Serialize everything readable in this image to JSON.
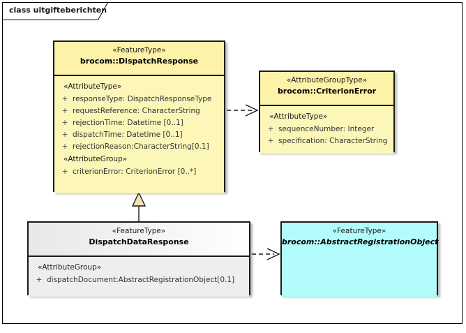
{
  "diagram": {
    "title": "class uitgifteberichten",
    "colors": {
      "class_yellow_fill": "#FCF6B8",
      "class_yellow_header": "#FCF3A8",
      "class_gray_fill": "#EEEEEE",
      "class_cyan_fill": "#B3FCFC",
      "border": "#1A1A1A",
      "generalization_triangle": "#F7DEB4",
      "background": "#FFFFFF"
    }
  },
  "classes": {
    "dispatch_response": {
      "stereotype": "«FeatureType»",
      "name": "brocom::DispatchResponse",
      "abstract": false,
      "sections": [
        {
          "group_label": "«AttributeType»",
          "attributes": [
            {
              "visibility": "+",
              "signature": "responseType: DispatchResponseType"
            },
            {
              "visibility": "+",
              "signature": "requestReference: CharacterString"
            },
            {
              "visibility": "+",
              "signature": "rejectionTime: Datetime [0..1]"
            },
            {
              "visibility": "+",
              "signature": "dispatchTime: Datetime [0..1]"
            },
            {
              "visibility": "+",
              "signature": "rejectionReason:CharacterString[0.1]"
            }
          ]
        },
        {
          "group_label": "«AttributeGroup»",
          "attributes": [
            {
              "visibility": "+",
              "signature": "criterionError: CriterionError [0..*]"
            }
          ]
        }
      ]
    },
    "criterion_error": {
      "stereotype": "«AttributeGroupType»",
      "name": "brocom::CriterionError",
      "abstract": false,
      "sections": [
        {
          "group_label": "«AttributeType»",
          "attributes": [
            {
              "visibility": "+",
              "signature": "sequenceNumber: Integer"
            },
            {
              "visibility": "+",
              "signature": "specification: CharacterString"
            }
          ]
        }
      ]
    },
    "dispatch_data_response": {
      "stereotype": "«FeatureType»",
      "name": "DispatchDataResponse",
      "abstract": false,
      "sections": [
        {
          "group_label": "«AttributeGroup»",
          "attributes": [
            {
              "visibility": "+",
              "signature": "dispatchDocument:AbstractRegistrationObject[0.1]"
            }
          ]
        }
      ]
    },
    "abstract_registration_object": {
      "stereotype": "«FeatureType»",
      "name": "brocom::AbstractRegistrationObject",
      "abstract": true,
      "sections": []
    }
  },
  "connectors": [
    {
      "id": "dep-dispatchresponse-criterionerror",
      "type": "dependency",
      "style": "dashed-open-arrow",
      "from": "dispatch_response",
      "to": "criterion_error",
      "label": ""
    },
    {
      "id": "gen-dispatchdataresponse-dispatchresponse",
      "type": "generalization",
      "style": "solid-hollow-triangle",
      "from": "dispatch_data_response",
      "to": "dispatch_response",
      "label": ""
    },
    {
      "id": "dep-dispatchdataresponse-abstractregistrationobject",
      "type": "dependency",
      "style": "dashed-open-arrow",
      "from": "dispatch_data_response",
      "to": "abstract_registration_object",
      "label": ""
    }
  ]
}
